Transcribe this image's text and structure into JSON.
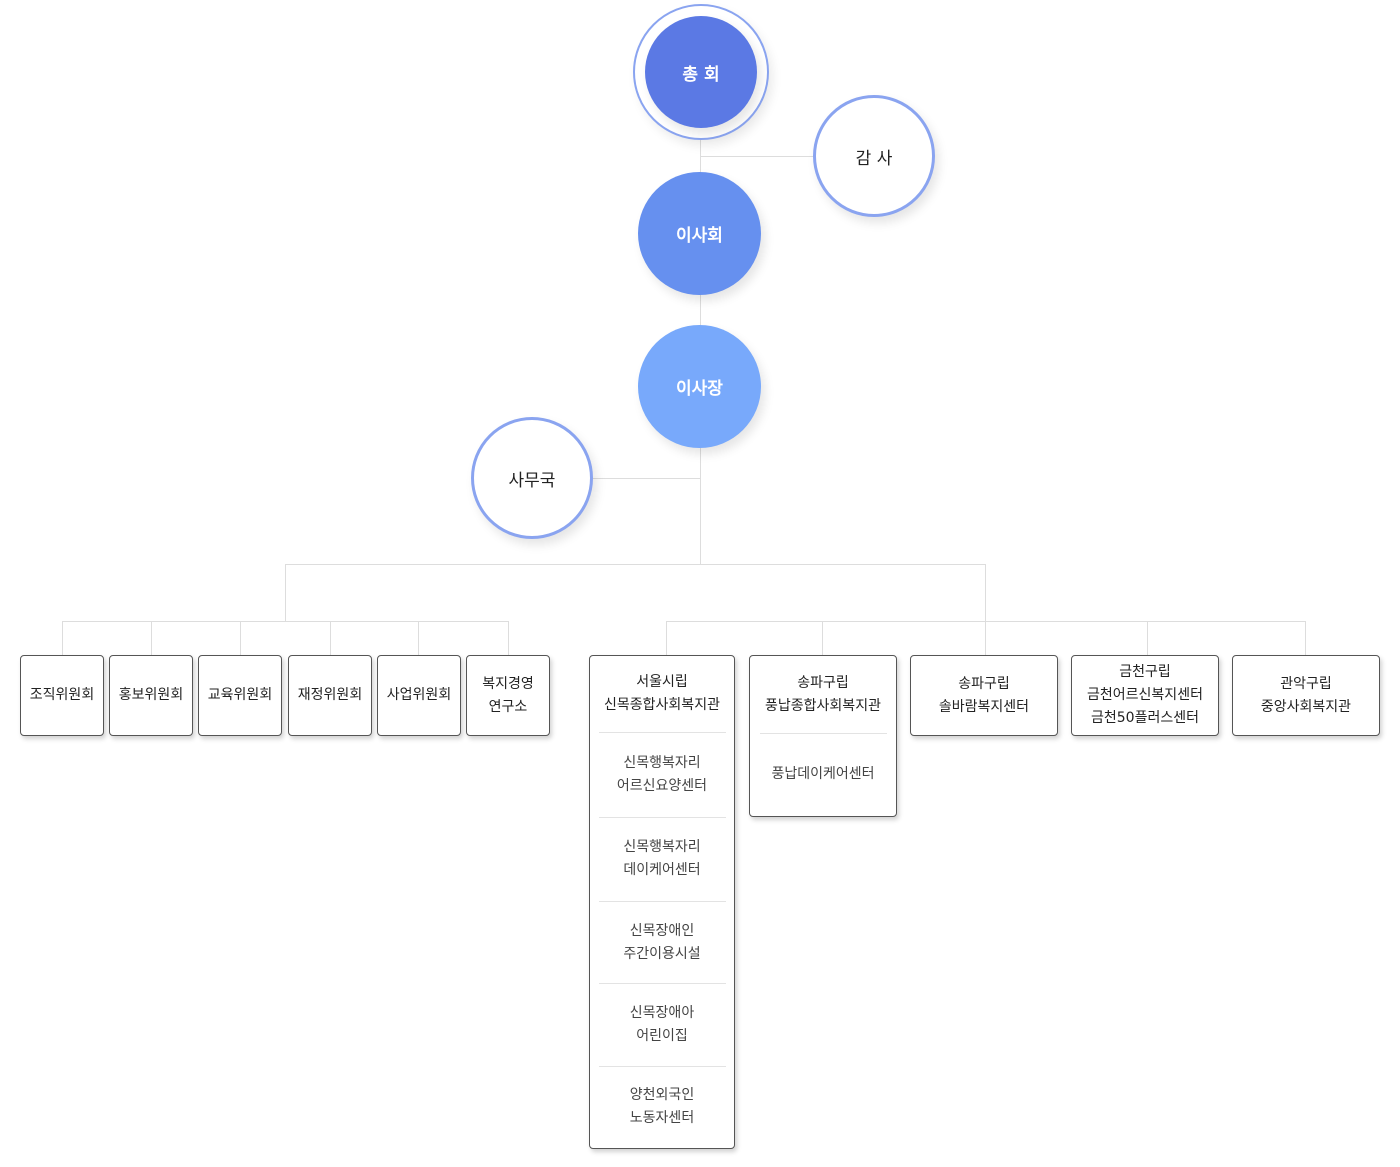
{
  "top": {
    "general_assembly": "총 회",
    "auditor": "감 사",
    "board": "이사회",
    "chairman": "이사장",
    "secretariat": "사무국"
  },
  "committees": [
    {
      "lines": [
        "조직위원회"
      ]
    },
    {
      "lines": [
        "홍보위원회"
      ]
    },
    {
      "lines": [
        "교육위원회"
      ]
    },
    {
      "lines": [
        "재정위원회"
      ]
    },
    {
      "lines": [
        "사업위원회"
      ]
    },
    {
      "lines": [
        "복지경영",
        "연구소"
      ]
    }
  ],
  "institutions": [
    {
      "lines": [
        "서울시립",
        "신목종합사회복지관"
      ],
      "subs": [
        {
          "lines": [
            "신목행복자리",
            "어르신요양센터"
          ]
        },
        {
          "lines": [
            "신목행복자리",
            "데이케어센터"
          ]
        },
        {
          "lines": [
            "신목장애인",
            "주간이용시설"
          ]
        },
        {
          "lines": [
            "신목장애아",
            "어린이집"
          ]
        },
        {
          "lines": [
            "양천외국인",
            "노동자센터"
          ]
        }
      ]
    },
    {
      "lines": [
        "송파구립",
        "풍납종합사회복지관"
      ],
      "subs": [
        {
          "lines": [
            "풍납데이케어센터"
          ]
        }
      ]
    },
    {
      "lines": [
        "송파구립",
        "솔바람복지센터"
      ],
      "subs": []
    },
    {
      "lines": [
        "금천구립",
        "금천어르신복지센터",
        "금천50플러스센터"
      ],
      "subs": []
    },
    {
      "lines": [
        "관악구립",
        "중앙사회복지관"
      ],
      "subs": []
    }
  ],
  "colors": {
    "general_assembly": "#5b79e4",
    "board": "#6690ef",
    "chairman": "#78a9fb",
    "outline": "#8aa4f0",
    "connector": "#dddddd"
  }
}
